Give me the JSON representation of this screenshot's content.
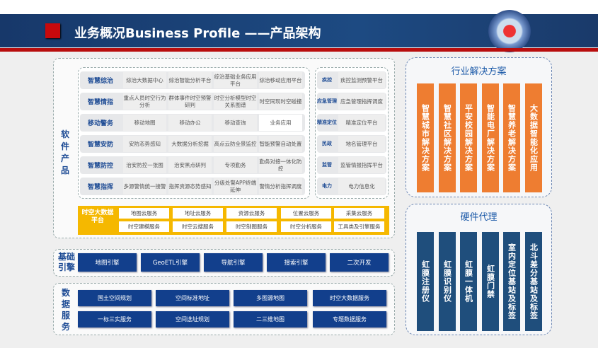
{
  "header": {
    "title": "业务概况Business Profile  ——产品架构"
  },
  "software": {
    "label": "软件产品",
    "rows": [
      {
        "label": "智慧综治",
        "cells": [
          "综治大数据中心",
          "综治智能分析平台",
          "综治基础业务应用平台",
          "综治移动应用平台"
        ]
      },
      {
        "label": "智慧情指",
        "cells": [
          "重点人员时空行为分析",
          "群体事件时空预警研判",
          "时空分析模型时空关系图谱",
          "时空同现时空碰撞"
        ]
      },
      {
        "label": "移动警务",
        "cells": [
          "移动地图",
          "移动办公",
          "移动查询",
          "业务应用"
        ]
      },
      {
        "label": "智慧安防",
        "cells": [
          "安防态势感知",
          "大数据分析挖掘",
          "高点云防全景监控",
          "智能预警自动处置"
        ]
      },
      {
        "label": "智慧防控",
        "cells": [
          "治安防控一张图",
          "治安黑点研判",
          "专项勤务",
          "勤务对接一体化防控"
        ]
      },
      {
        "label": "智慧指挥",
        "cells": [
          "多源警情统一接警",
          "指挥资源态势感知",
          "分级处警APP终端延伸",
          "警情分析指挥调度"
        ]
      }
    ],
    "side": [
      {
        "label": "疾控",
        "cell": "疾控监测预警平台"
      },
      {
        "label": "应急管理",
        "cell": "应急管理指挥调度"
      },
      {
        "label": "精准定位",
        "cell": "精准定位平台"
      },
      {
        "label": "民政",
        "cell": "地名管理平台"
      },
      {
        "label": "监管",
        "cell": "监管情报指挥平台"
      },
      {
        "label": "电力",
        "cell": "电力信息化"
      }
    ]
  },
  "platform": {
    "label": "时空大数据平台",
    "cells": [
      "地图云服务",
      "地址云服务",
      "资源云服务",
      "位置云服务",
      "采集云服务",
      "时空建模服务",
      "时空云搜服务",
      "时空制图服务",
      "时空分析服务",
      "工具类及引擎服务"
    ]
  },
  "engine": {
    "label": "基础引擎",
    "items": [
      "地图引擎",
      "GeoETL引擎",
      "导航引擎",
      "搜索引擎",
      "二次开发"
    ]
  },
  "data_service": {
    "label": "数据服务",
    "items": [
      "国土空间规划",
      "空间标准地址",
      "多图源地图",
      "时空大数据服务",
      "一标三实服务",
      "空间选址规划",
      "二三维地图",
      "专题数据服务"
    ]
  },
  "industry": {
    "title": "行业解决方案",
    "items": [
      "智慧城市解决方案",
      "智慧社区解决方案",
      "平安校园解决方案",
      "智能电厂解决方案",
      "智慧养老解决方案",
      "大数据智能化应用"
    ]
  },
  "hardware": {
    "title": "硬件代理",
    "items": [
      "虹膜注册仪",
      "虹膜识别仪",
      "虹膜一体机",
      "虹膜门禁",
      "室内定位基站及标签",
      "北斗差分基站及标签"
    ]
  }
}
